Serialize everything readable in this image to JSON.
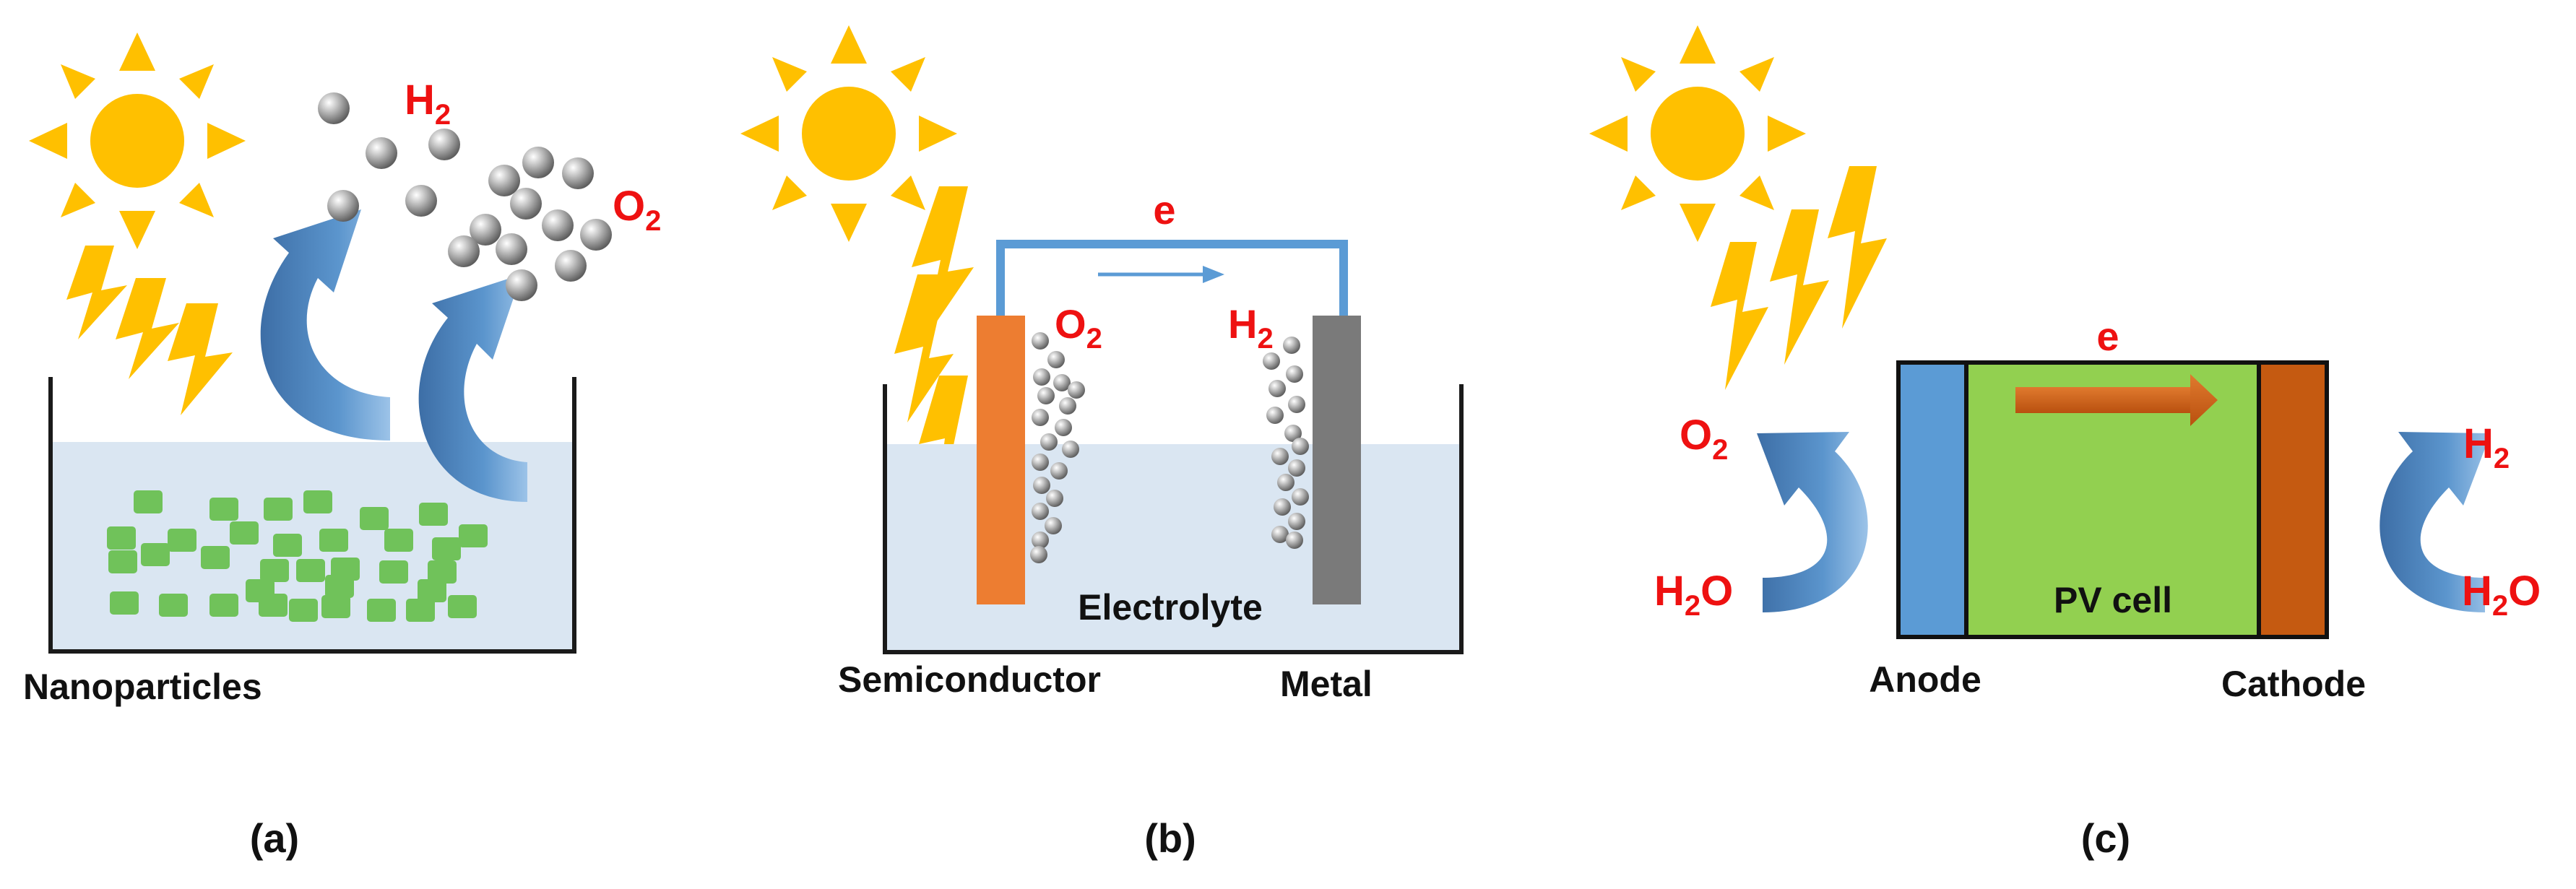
{
  "colors": {
    "sun": "#ffc000",
    "water": "#dae6f2",
    "container": "#1a1a1a",
    "arrow_blue": "#5b95cd",
    "wire": "#5b9bd5",
    "nanoparticle": "#70c25a",
    "semiconductor": "#ed7d31",
    "metal": "#7a7a7a",
    "anode": "#5b9bd5",
    "pv_cell": "#92d050",
    "cathode": "#c55a11",
    "label_red": "#ee1111"
  },
  "panel_a": {
    "caption": "(a)",
    "h2_main": "H",
    "h2_sub": "2",
    "o2_main": "O",
    "o2_sub": "2",
    "substrate_label": "Nanoparticles"
  },
  "panel_b": {
    "caption": "(b)",
    "electron_label": "e",
    "o2_main": "O",
    "o2_sub": "2",
    "h2_main": "H",
    "h2_sub": "2",
    "electrolyte_label": "Electrolyte",
    "semiconductor_label": "Semiconductor",
    "metal_label": "Metal"
  },
  "panel_c": {
    "caption": "(c)",
    "electron_label": "e",
    "o2_main": "O",
    "o2_sub": "2",
    "h2_main": "H",
    "h2_sub": "2",
    "h2o_left_main": "H",
    "h2o_left_sub": "2",
    "h2o_left_end": "O",
    "h2o_right_main": "H",
    "h2o_right_sub": "2",
    "h2o_right_end": "O",
    "pv_label": "PV cell",
    "anode_label": "Anode",
    "cathode_label": "Cathode"
  }
}
